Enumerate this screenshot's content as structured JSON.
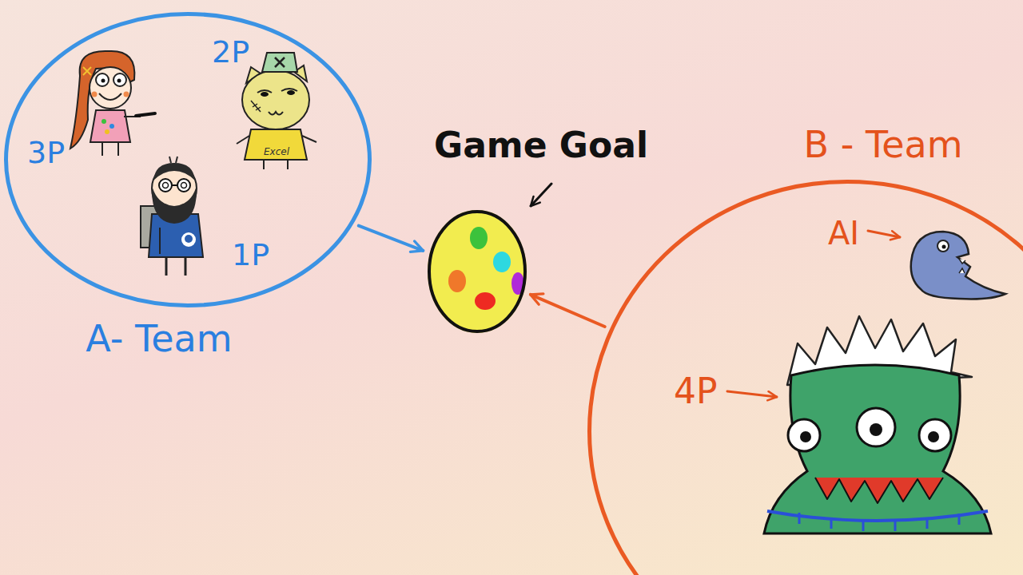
{
  "diagram": {
    "nodes": [
      {
        "text": [
          "A- Team"
        ]
      },
      {
        "text": [
          "Game Goal"
        ]
      },
      {
        "text": [
          "B - Team"
        ]
      }
    ],
    "edges": [
      {
        "from": 0,
        "to": 1,
        "arrow": "to"
      },
      {
        "from": 2,
        "to": 1,
        "arrow": "to"
      }
    ],
    "labels": [
      "2P",
      "Excel",
      "3P",
      "1P",
      "AI",
      "4P"
    ]
  }
}
